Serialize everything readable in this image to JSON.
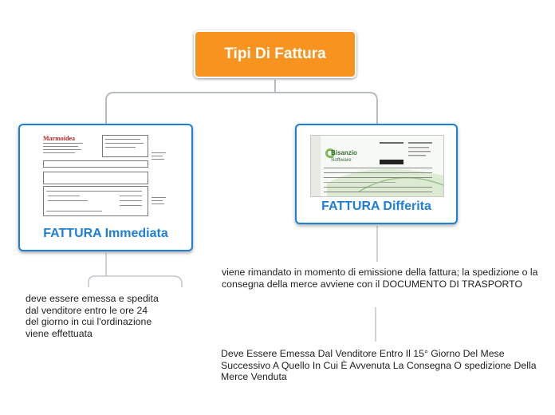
{
  "root": {
    "title": "Tipi Di Fattura"
  },
  "left_node": {
    "title": "FATTURA Immediata",
    "thumbnail_logo": "Marmoidea",
    "note": "deve essere emessa e spedita dal venditore entro le ore 24 del giorno in cui l'ordinazione viene effettuata"
  },
  "right_node": {
    "title": "FATTURA Differita",
    "thumbnail_logo_line1": "Bisanzio",
    "thumbnail_logo_line2": "Software",
    "note1": "viene rimandato in momento di emissione della fattura; la spedizione o la consegna della merce avviene con il DOCUMENTO DI TRASPORTO",
    "note2": "Deve Essere Emessa Dal Venditore Entro Il 15° Giorno Del Mese Successivo A Quello In Cui È Avvenuta La Consegna O spedizione Della Merce Venduta"
  },
  "colors": {
    "root_fill": "#f7931e",
    "node_border": "#1e7fd6",
    "connector": "#b7bcc2",
    "text": "#222222"
  }
}
